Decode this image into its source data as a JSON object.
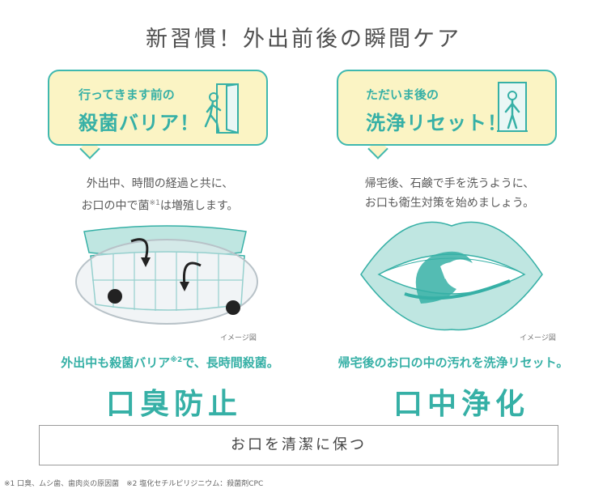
{
  "title": "新習慣！外出前後の瞬間ケア",
  "left": {
    "bubble_line1": "行ってきます前の",
    "bubble_line2": "殺菌バリア！",
    "desc_line1": "外出中、時間の経過と共に、",
    "desc_line2_a": "お口の中で菌",
    "desc_line2_note": "※1",
    "desc_line2_b": "は増殖します。",
    "image_note": "イメージ図",
    "tagline_a": "外出中も殺菌バリア",
    "tagline_note": "※2",
    "tagline_b": "で、長時間殺菌。",
    "headline": "口臭防止"
  },
  "right": {
    "bubble_line1": "ただいま後の",
    "bubble_line2": "洗浄リセット！",
    "desc_line1": "帰宅後、石鹸で手を洗うように、",
    "desc_line2": "お口も衛生対策を始めましょう。",
    "image_note": "イメージ図",
    "tagline": "帰宅後のお口の中の汚れを洗浄リセット。",
    "headline": "口中浄化"
  },
  "box_text": "お口を清潔に保つ",
  "footnote": "※1 口臭、ムシ歯、歯肉炎の原因菌　※2 塩化セチルピリジニウム：殺菌剤CPC",
  "colors": {
    "teal": "#36b0a6",
    "bubble_fill": "#fbf4c4",
    "text": "#555555"
  }
}
